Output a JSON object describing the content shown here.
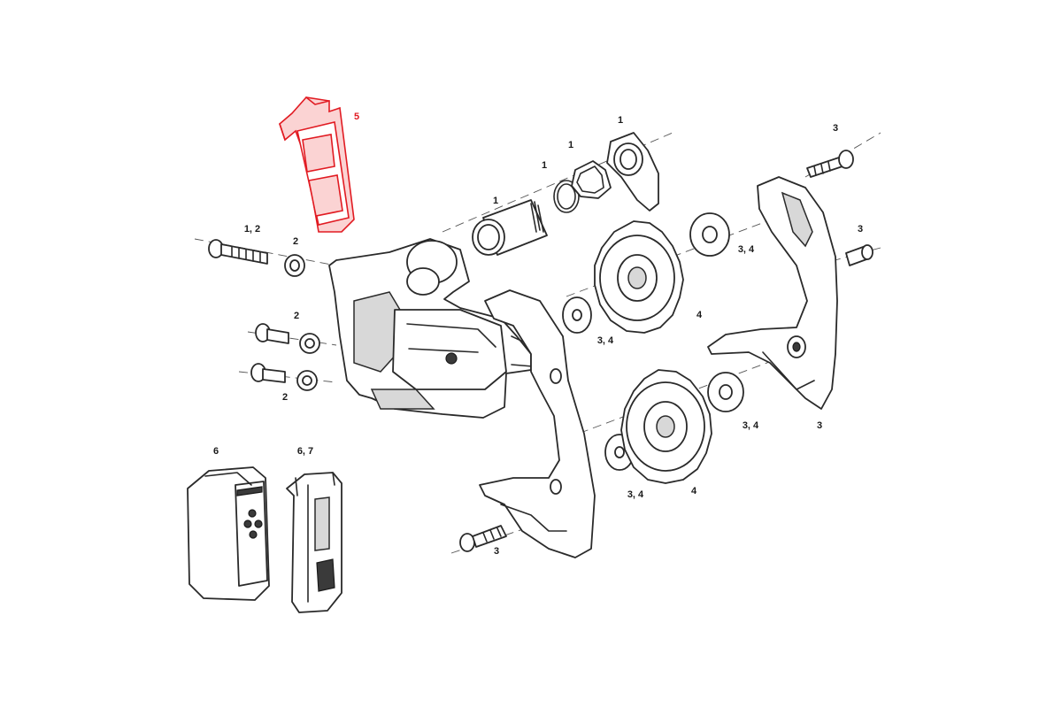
{
  "diagram": {
    "highlight_color": "#e11b22",
    "line_color": "#2a2a2a",
    "callouts": {
      "battery_cover": "5",
      "bolt_main": "1, 2",
      "nut_main": "2",
      "washer_mid": "2",
      "washer_low": "2",
      "bushing": "1",
      "oring": "1",
      "seal": "1",
      "cage_stop": "1",
      "bolt_cage": "3",
      "pin_cage": "3",
      "washer_upper_right": "3, 4",
      "pulley_upper": "4",
      "washer_upper_left": "3, 4",
      "washer_lower_right": "3, 4",
      "pulley_lower": "4",
      "washer_lower_left": "3, 4",
      "outer_cage": "3",
      "bolt_bottom": "3",
      "battery": "6",
      "battery_clip": "6, 7"
    }
  }
}
